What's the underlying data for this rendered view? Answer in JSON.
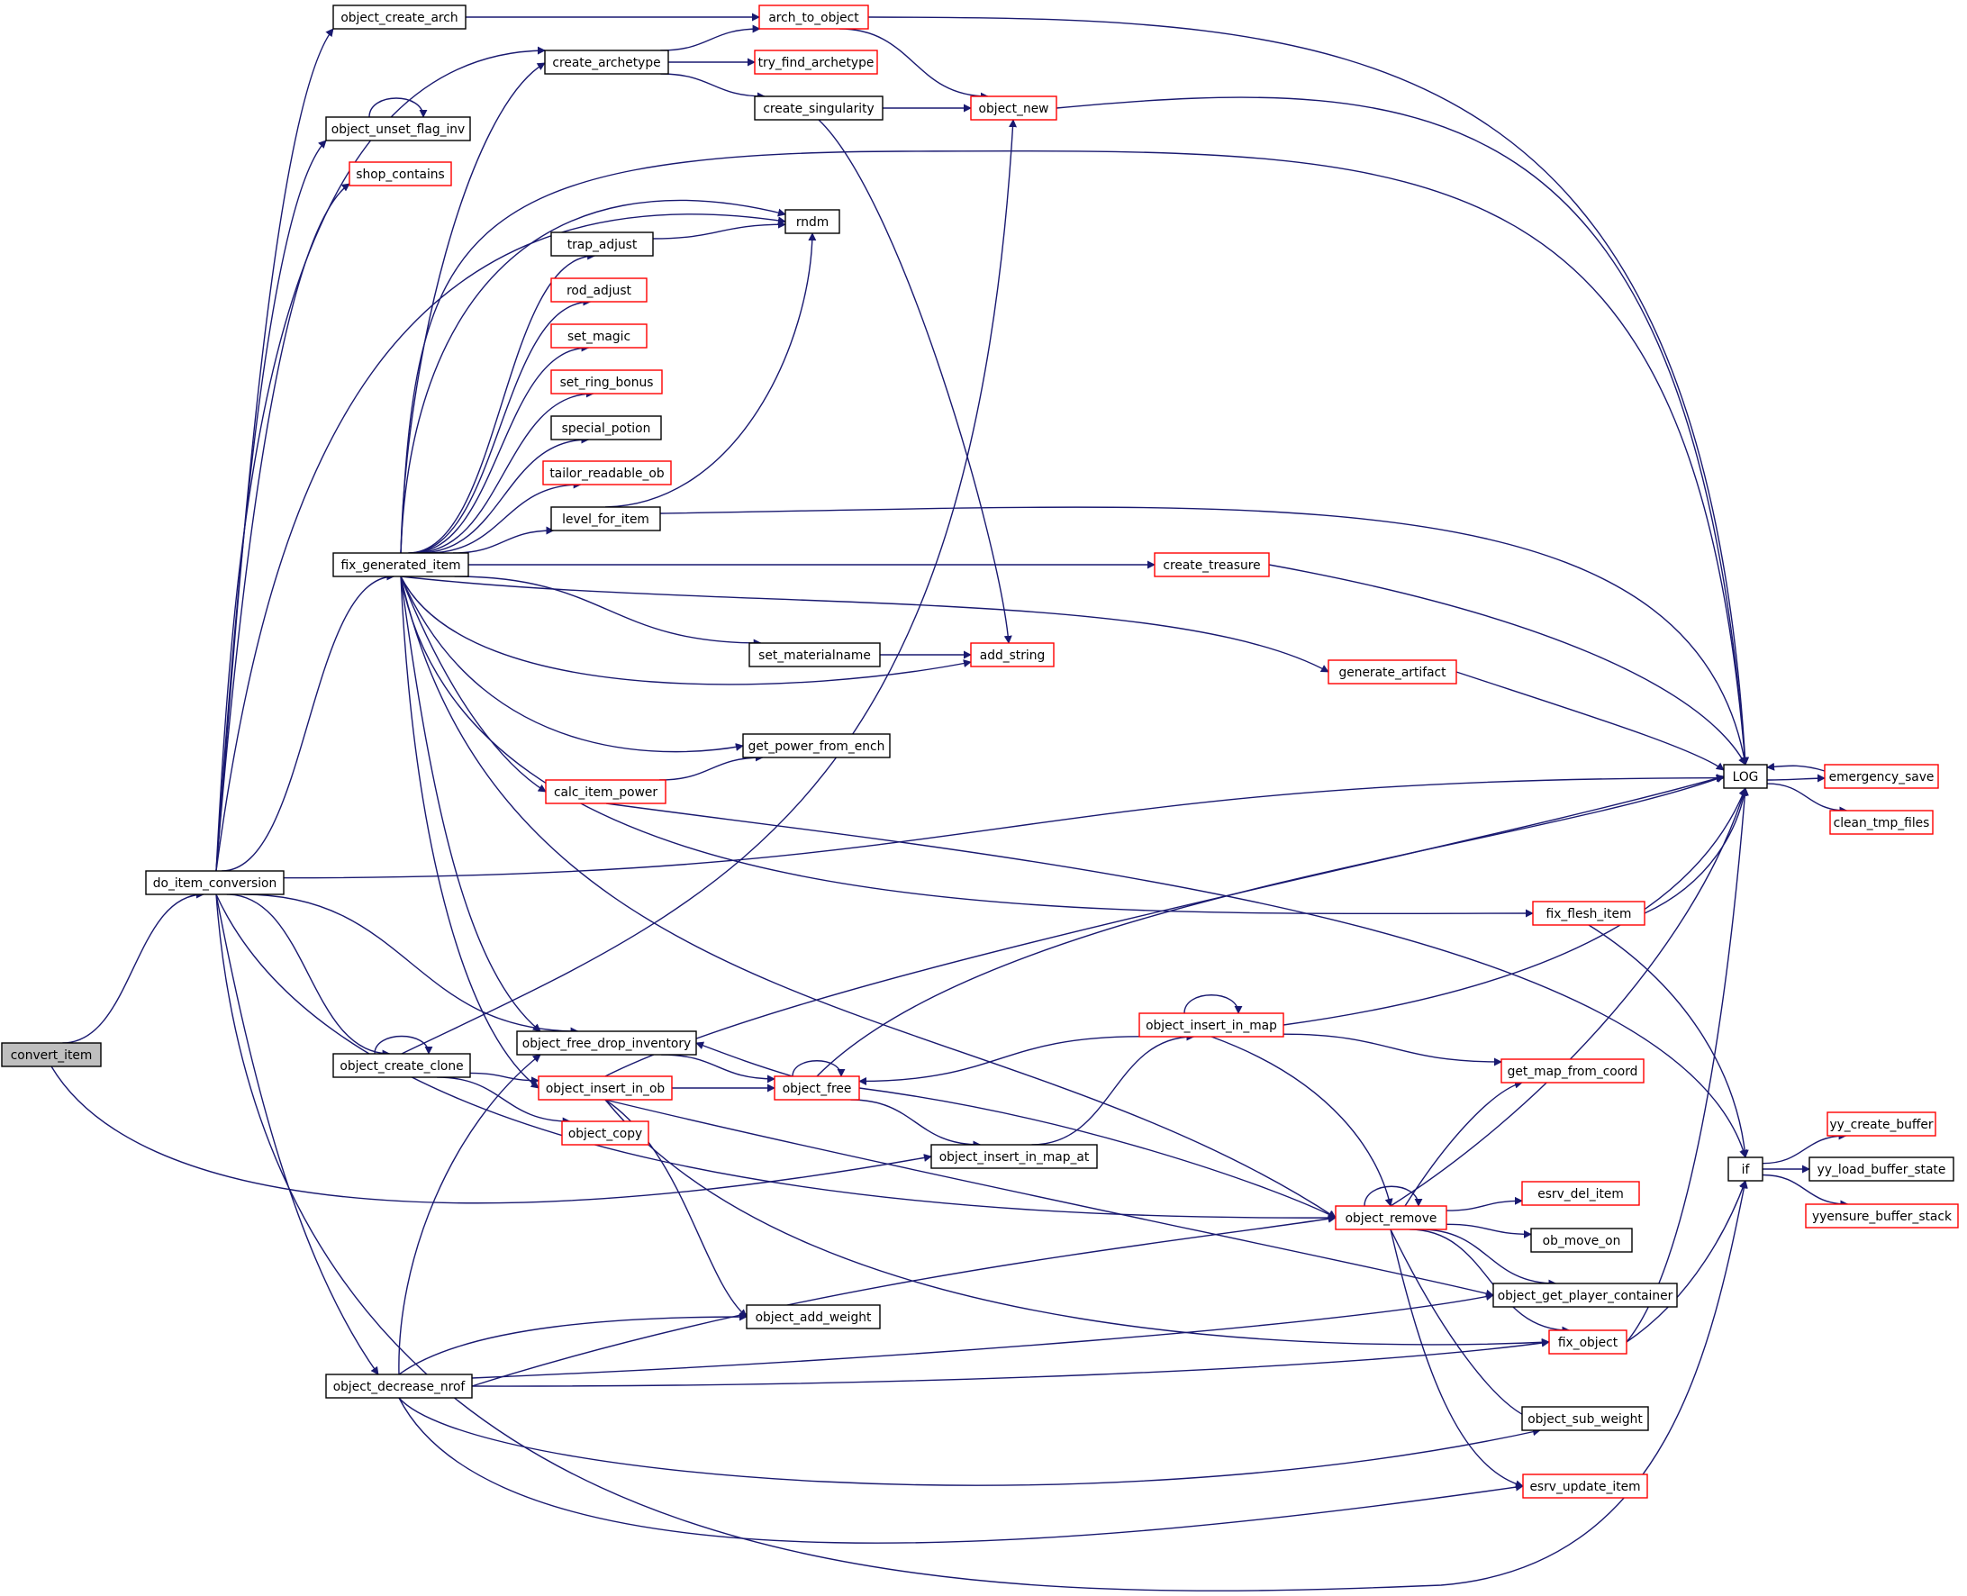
{
  "colors": {
    "edge": "#191970",
    "normal_border": "#000000",
    "linked_border": "#ff0000",
    "current_fill": "#bfbfbf",
    "node_fill": "#ffffff"
  },
  "nodes": [
    {
      "id": "convert_item",
      "label": "convert_item",
      "style": "current"
    },
    {
      "id": "do_item_conversion",
      "label": "do_item_conversion",
      "style": "normal"
    },
    {
      "id": "object_create_arch",
      "label": "object_create_arch",
      "style": "normal"
    },
    {
      "id": "create_archetype",
      "label": "create_archetype",
      "style": "normal"
    },
    {
      "id": "object_unset_flag_inv",
      "label": "object_unset_flag_inv",
      "style": "normal"
    },
    {
      "id": "shop_contains",
      "label": "shop_contains",
      "style": "linked"
    },
    {
      "id": "fix_generated_item",
      "label": "fix_generated_item",
      "style": "normal"
    },
    {
      "id": "object_create_clone",
      "label": "object_create_clone",
      "style": "normal"
    },
    {
      "id": "object_decrease_nrof",
      "label": "object_decrease_nrof",
      "style": "normal"
    },
    {
      "id": "arch_to_object",
      "label": "arch_to_object",
      "style": "linked"
    },
    {
      "id": "try_find_archetype",
      "label": "try_find_archetype",
      "style": "linked"
    },
    {
      "id": "create_singularity",
      "label": "create_singularity",
      "style": "normal"
    },
    {
      "id": "object_new",
      "label": "object_new",
      "style": "linked"
    },
    {
      "id": "rndm",
      "label": "rndm",
      "style": "normal"
    },
    {
      "id": "trap_adjust",
      "label": "trap_adjust",
      "style": "normal"
    },
    {
      "id": "rod_adjust",
      "label": "rod_adjust",
      "style": "linked"
    },
    {
      "id": "set_magic",
      "label": "set_magic",
      "style": "linked"
    },
    {
      "id": "set_ring_bonus",
      "label": "set_ring_bonus",
      "style": "linked"
    },
    {
      "id": "special_potion",
      "label": "special_potion",
      "style": "normal"
    },
    {
      "id": "tailor_readable_ob",
      "label": "tailor_readable_ob",
      "style": "linked"
    },
    {
      "id": "level_for_item",
      "label": "level_for_item",
      "style": "normal"
    },
    {
      "id": "create_treasure",
      "label": "create_treasure",
      "style": "linked"
    },
    {
      "id": "set_materialname",
      "label": "set_materialname",
      "style": "normal"
    },
    {
      "id": "add_string",
      "label": "add_string",
      "style": "linked"
    },
    {
      "id": "generate_artifact",
      "label": "generate_artifact",
      "style": "linked"
    },
    {
      "id": "get_power_from_ench",
      "label": "get_power_from_ench",
      "style": "normal"
    },
    {
      "id": "calc_item_power",
      "label": "calc_item_power",
      "style": "linked"
    },
    {
      "id": "LOG",
      "label": "LOG",
      "style": "normal"
    },
    {
      "id": "emergency_save",
      "label": "emergency_save",
      "style": "linked"
    },
    {
      "id": "clean_tmp_files",
      "label": "clean_tmp_files",
      "style": "linked"
    },
    {
      "id": "fix_flesh_item",
      "label": "fix_flesh_item",
      "style": "linked"
    },
    {
      "id": "object_free_drop_inventory",
      "label": "object_free_drop_inventory",
      "style": "normal"
    },
    {
      "id": "object_insert_in_ob",
      "label": "object_insert_in_ob",
      "style": "linked"
    },
    {
      "id": "object_free",
      "label": "object_free",
      "style": "linked"
    },
    {
      "id": "object_copy",
      "label": "object_copy",
      "style": "linked"
    },
    {
      "id": "object_insert_in_map",
      "label": "object_insert_in_map",
      "style": "linked"
    },
    {
      "id": "get_map_from_coord",
      "label": "get_map_from_coord",
      "style": "linked"
    },
    {
      "id": "object_insert_in_map_at",
      "label": "object_insert_in_map_at",
      "style": "normal"
    },
    {
      "id": "object_remove",
      "label": "object_remove",
      "style": "linked"
    },
    {
      "id": "esrv_del_item",
      "label": "esrv_del_item",
      "style": "linked"
    },
    {
      "id": "ob_move_on",
      "label": "ob_move_on",
      "style": "normal"
    },
    {
      "id": "object_get_player_container",
      "label": "object_get_player_container",
      "style": "normal"
    },
    {
      "id": "object_add_weight",
      "label": "object_add_weight",
      "style": "normal"
    },
    {
      "id": "fix_object",
      "label": "fix_object",
      "style": "linked"
    },
    {
      "id": "object_sub_weight",
      "label": "object_sub_weight",
      "style": "normal"
    },
    {
      "id": "esrv_update_item",
      "label": "esrv_update_item",
      "style": "linked"
    },
    {
      "id": "if",
      "label": "if",
      "style": "normal"
    },
    {
      "id": "yy_create_buffer",
      "label": "yy_create_buffer",
      "style": "linked"
    },
    {
      "id": "yy_load_buffer_state",
      "label": "yy_load_buffer_state",
      "style": "normal"
    },
    {
      "id": "yyensure_buffer_stack",
      "label": "yyensure_buffer_stack",
      "style": "linked"
    }
  ],
  "edges": [
    [
      "convert_item",
      "do_item_conversion"
    ],
    [
      "convert_item",
      "object_insert_in_map_at"
    ],
    [
      "do_item_conversion",
      "object_create_arch"
    ],
    [
      "do_item_conversion",
      "create_archetype"
    ],
    [
      "do_item_conversion",
      "object_unset_flag_inv"
    ],
    [
      "do_item_conversion",
      "shop_contains"
    ],
    [
      "do_item_conversion",
      "rndm"
    ],
    [
      "do_item_conversion",
      "fix_generated_item"
    ],
    [
      "do_item_conversion",
      "LOG"
    ],
    [
      "do_item_conversion",
      "object_free_drop_inventory"
    ],
    [
      "do_item_conversion",
      "object_create_clone"
    ],
    [
      "do_item_conversion",
      "object_remove"
    ],
    [
      "do_item_conversion",
      "object_decrease_nrof"
    ],
    [
      "do_item_conversion",
      "if"
    ],
    [
      "object_create_arch",
      "arch_to_object"
    ],
    [
      "create_archetype",
      "arch_to_object"
    ],
    [
      "create_archetype",
      "try_find_archetype"
    ],
    [
      "create_archetype",
      "create_singularity"
    ],
    [
      "object_unset_flag_inv",
      "object_unset_flag_inv"
    ],
    [
      "arch_to_object",
      "object_new"
    ],
    [
      "arch_to_object",
      "LOG"
    ],
    [
      "create_singularity",
      "object_new"
    ],
    [
      "create_singularity",
      "add_string"
    ],
    [
      "object_new",
      "LOG"
    ],
    [
      "trap_adjust",
      "rndm"
    ],
    [
      "level_for_item",
      "rndm"
    ],
    [
      "level_for_item",
      "LOG"
    ],
    [
      "fix_generated_item",
      "create_archetype"
    ],
    [
      "fix_generated_item",
      "LOG"
    ],
    [
      "fix_generated_item",
      "rndm"
    ],
    [
      "fix_generated_item",
      "trap_adjust"
    ],
    [
      "fix_generated_item",
      "rod_adjust"
    ],
    [
      "fix_generated_item",
      "set_magic"
    ],
    [
      "fix_generated_item",
      "set_ring_bonus"
    ],
    [
      "fix_generated_item",
      "special_potion"
    ],
    [
      "fix_generated_item",
      "tailor_readable_ob"
    ],
    [
      "fix_generated_item",
      "level_for_item"
    ],
    [
      "fix_generated_item",
      "create_treasure"
    ],
    [
      "fix_generated_item",
      "generate_artifact"
    ],
    [
      "fix_generated_item",
      "set_materialname"
    ],
    [
      "fix_generated_item",
      "add_string"
    ],
    [
      "fix_generated_item",
      "get_power_from_ench"
    ],
    [
      "fix_generated_item",
      "calc_item_power"
    ],
    [
      "fix_generated_item",
      "fix_flesh_item"
    ],
    [
      "fix_generated_item",
      "object_free_drop_inventory"
    ],
    [
      "fix_generated_item",
      "object_insert_in_ob"
    ],
    [
      "fix_generated_item",
      "object_remove"
    ],
    [
      "create_treasure",
      "LOG"
    ],
    [
      "set_materialname",
      "add_string"
    ],
    [
      "generate_artifact",
      "LOG"
    ],
    [
      "calc_item_power",
      "get_power_from_ench"
    ],
    [
      "calc_item_power",
      "if"
    ],
    [
      "LOG",
      "emergency_save"
    ],
    [
      "LOG",
      "clean_tmp_files"
    ],
    [
      "emergency_save",
      "LOG"
    ],
    [
      "fix_flesh_item",
      "LOG"
    ],
    [
      "fix_flesh_item",
      "if"
    ],
    [
      "object_create_clone",
      "object_create_clone"
    ],
    [
      "object_create_clone",
      "object_new"
    ],
    [
      "object_create_clone",
      "object_insert_in_ob"
    ],
    [
      "object_create_clone",
      "object_copy"
    ],
    [
      "object_free_drop_inventory",
      "object_free"
    ],
    [
      "object_insert_in_ob",
      "LOG"
    ],
    [
      "object_insert_in_ob",
      "object_free"
    ],
    [
      "object_insert_in_ob",
      "object_add_weight"
    ],
    [
      "object_insert_in_ob",
      "object_get_player_container"
    ],
    [
      "object_insert_in_ob",
      "fix_object"
    ],
    [
      "object_free",
      "object_free"
    ],
    [
      "object_free",
      "object_free_drop_inventory"
    ],
    [
      "object_free",
      "LOG"
    ],
    [
      "object_free",
      "object_insert_in_map_at"
    ],
    [
      "object_free",
      "object_remove"
    ],
    [
      "object_insert_in_map_at",
      "object_insert_in_map"
    ],
    [
      "object_insert_in_map",
      "object_insert_in_map"
    ],
    [
      "object_insert_in_map",
      "object_free"
    ],
    [
      "object_insert_in_map",
      "LOG"
    ],
    [
      "object_insert_in_map",
      "get_map_from_coord"
    ],
    [
      "object_insert_in_map",
      "object_remove"
    ],
    [
      "object_remove",
      "object_remove"
    ],
    [
      "object_remove",
      "LOG"
    ],
    [
      "object_remove",
      "get_map_from_coord"
    ],
    [
      "object_remove",
      "esrv_del_item"
    ],
    [
      "object_remove",
      "ob_move_on"
    ],
    [
      "object_remove",
      "object_get_player_container"
    ],
    [
      "object_remove",
      "fix_object"
    ],
    [
      "object_remove",
      "object_sub_weight"
    ],
    [
      "object_remove",
      "esrv_update_item"
    ],
    [
      "fix_object",
      "LOG"
    ],
    [
      "fix_object",
      "if"
    ],
    [
      "object_decrease_nrof",
      "object_free_drop_inventory"
    ],
    [
      "object_decrease_nrof",
      "object_add_weight"
    ],
    [
      "object_decrease_nrof",
      "object_remove"
    ],
    [
      "object_decrease_nrof",
      "object_get_player_container"
    ],
    [
      "object_decrease_nrof",
      "fix_object"
    ],
    [
      "object_decrease_nrof",
      "object_sub_weight"
    ],
    [
      "object_decrease_nrof",
      "esrv_update_item"
    ],
    [
      "if",
      "yy_create_buffer"
    ],
    [
      "if",
      "yy_load_buffer_state"
    ],
    [
      "if",
      "yyensure_buffer_stack"
    ]
  ]
}
